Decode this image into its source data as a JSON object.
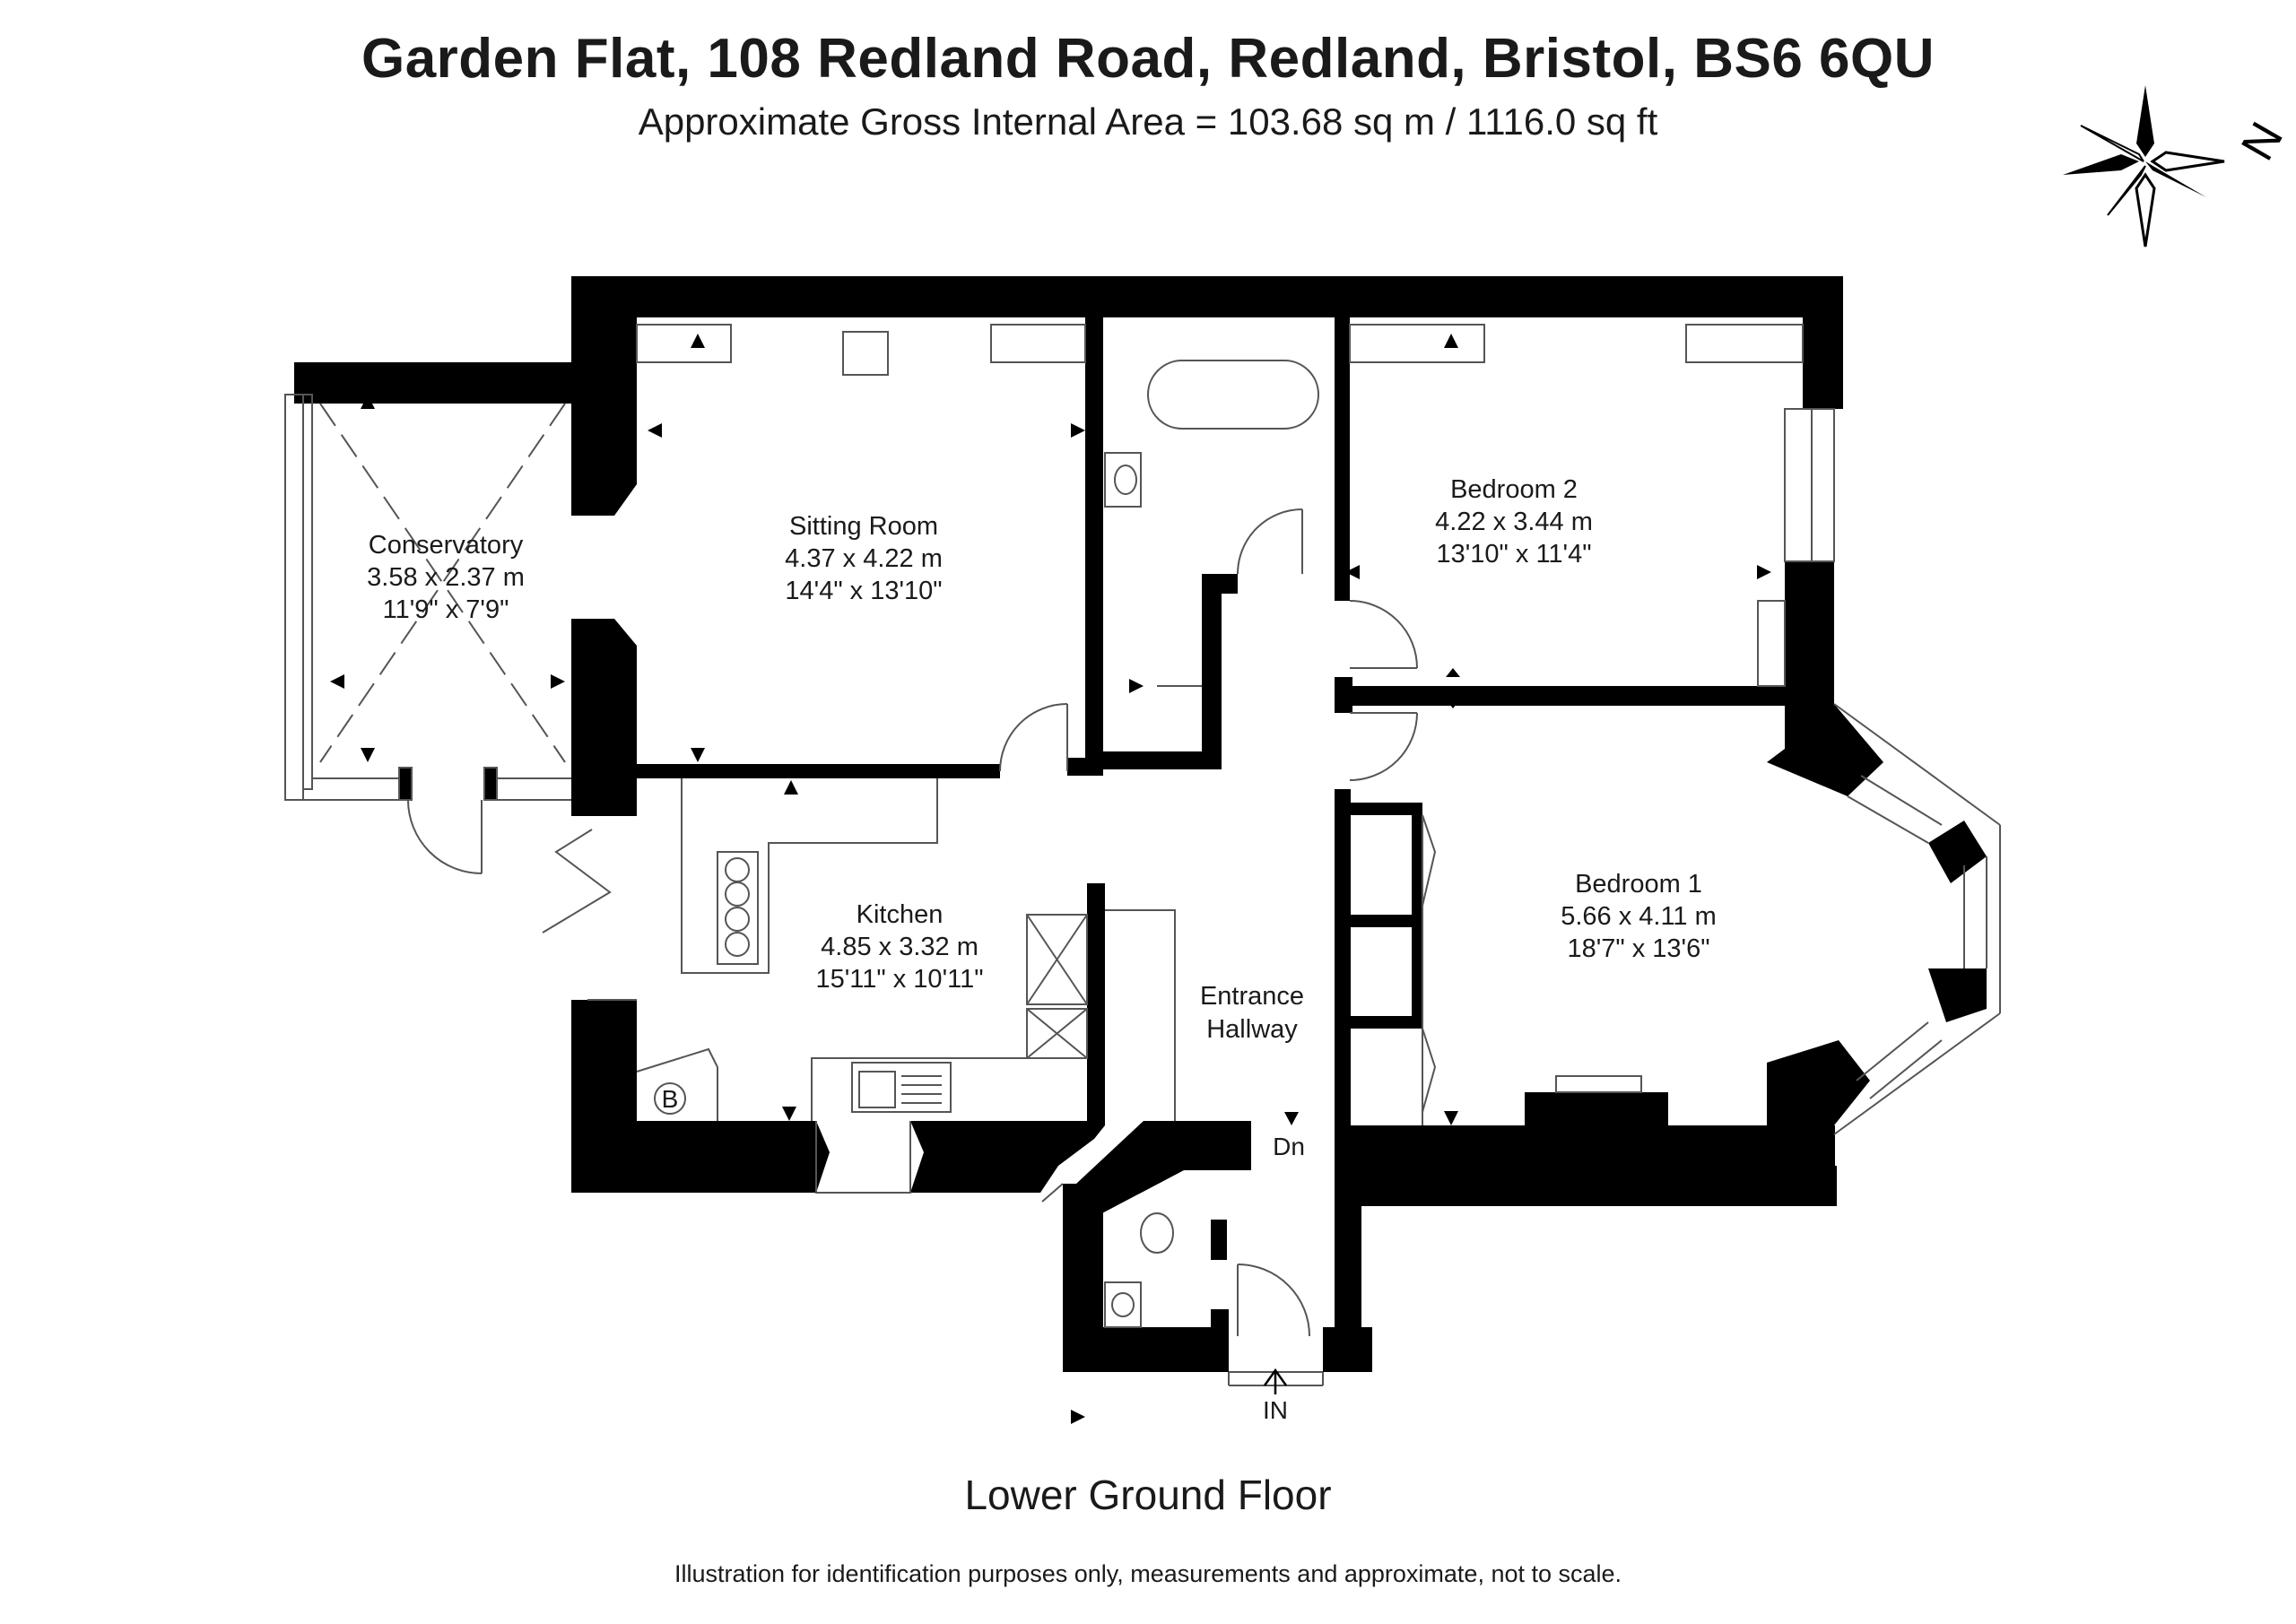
{
  "header": {
    "title": "Garden Flat, 108 Redland Road, Redland, Bristol, BS6 6QU",
    "subtitle": "Approximate Gross Internal Area = 103.68 sq m / 1116.0 sq ft"
  },
  "compass": {
    "label": "N",
    "icon": "compass-rose-icon"
  },
  "rooms": {
    "conservatory": {
      "name": "Conservatory",
      "metric": "3.58 x 2.37 m",
      "imperial": "11'9\" x 7'9\""
    },
    "sitting_room": {
      "name": "Sitting Room",
      "metric": "4.37 x 4.22 m",
      "imperial": "14'4\" x 13'10\""
    },
    "bedroom2": {
      "name": "Bedroom 2",
      "metric": "4.22 x 3.44 m",
      "imperial": "13'10\" x 11'4\""
    },
    "bedroom1": {
      "name": "Bedroom 1",
      "metric": "5.66 x 4.11 m",
      "imperial": "18'7\" x 13'6\""
    },
    "kitchen": {
      "name": "Kitchen",
      "metric": "4.85 x 3.32 m",
      "imperial": "15'11\" x 10'11\""
    },
    "hallway": {
      "line1": "Entrance",
      "line2": "Hallway"
    }
  },
  "markers": {
    "boiler": "B",
    "down": "Dn",
    "entry": "IN"
  },
  "footer": {
    "floor": "Lower Ground Floor",
    "disclaimer": "Illustration for identification purposes only, measurements and approximate, not to scale."
  },
  "colors": {
    "wall": "#000000",
    "line": "#555555",
    "background": "#ffffff"
  }
}
